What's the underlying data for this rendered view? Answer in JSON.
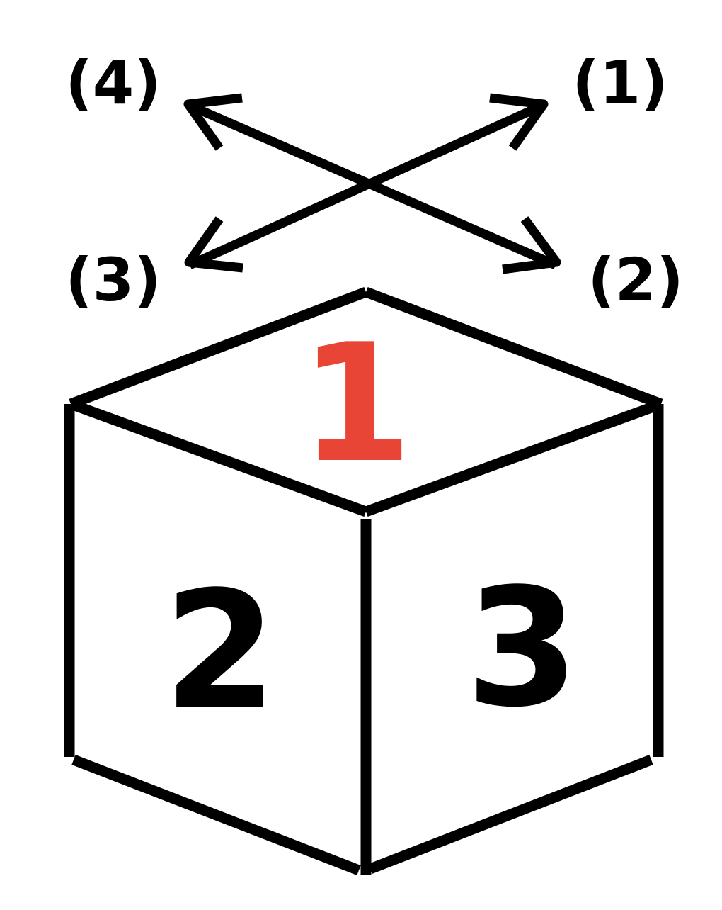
{
  "directions": {
    "d1": "(1)",
    "d2": "(2)",
    "d3": "(3)",
    "d4": "(4)"
  },
  "faces": {
    "top": "1",
    "left": "2",
    "right": "3"
  },
  "colors": {
    "top_face_label": "#E84536",
    "lines": "#000000",
    "background": "#ffffff"
  }
}
